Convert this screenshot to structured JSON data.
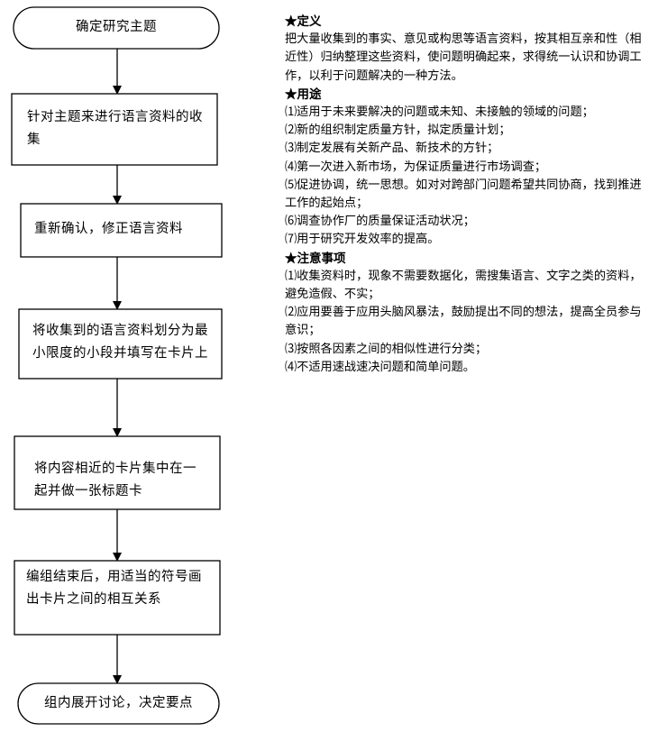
{
  "flowchart": {
    "nodes": [
      {
        "id": "start",
        "shape": "terminal",
        "text": "确定研究主题"
      },
      {
        "id": "collect",
        "shape": "process",
        "text": "针对主题来进行语言资料的收集"
      },
      {
        "id": "confirm",
        "shape": "process",
        "text": "重新确认，修正语言资料"
      },
      {
        "id": "divide",
        "shape": "process",
        "text": "将收集到的语言资料划分为最小限度的小段并填写在卡片上"
      },
      {
        "id": "group",
        "shape": "process",
        "text": "将内容相近的卡片集中在一起并做一张标题卡"
      },
      {
        "id": "relate",
        "shape": "process",
        "text": "编组结束后，用适当的符号画出卡片之间的相互关系"
      },
      {
        "id": "end",
        "shape": "terminal",
        "text": "组内展开讨论，决定要点"
      }
    ],
    "edges": [
      {
        "from": "start",
        "to": "collect"
      },
      {
        "from": "collect",
        "to": "confirm"
      },
      {
        "from": "confirm",
        "to": "divide"
      },
      {
        "from": "divide",
        "to": "group"
      },
      {
        "from": "group",
        "to": "relate"
      },
      {
        "from": "relate",
        "to": "end"
      }
    ]
  },
  "notes": {
    "definition": {
      "heading": "★定义",
      "body": "把大量收集到的事实、意见或构思等语言资料，按其相互亲和性（相近性）归纳整理这些资料，使问题明确起来，求得统一认识和协调工作，以利于问题解决的一种方法。"
    },
    "usage": {
      "heading": "★用途",
      "items": [
        "⑴适用于未来要解决的问题或未知、未接触的领域的问题；",
        "⑵新的组织制定质量方针，拟定质量计划；",
        "⑶制定发展有关新产品、新技术的方针；",
        "⑷第一次进入新市场，为保证质量进行市场调查；",
        "⑸促进协调，统一思想。如对对跨部门问题希望共同协商，找到推进工作的起始点；",
        "⑹调查协作厂的质量保证活动状况；",
        "⑺用于研究开发效率的提高。"
      ]
    },
    "cautions": {
      "heading": "★注意事项",
      "items": [
        "⑴收集资料时，现象不需要数据化，需搜集语言、文字之类的资料，避免造假、不实；",
        "⑵应用要善于应用头脑风暴法，鼓励提出不同的想法，提高全员参与意识；",
        "⑶按照各因素之间的相似性进行分类；",
        "⑷不适用速战速决问题和简单问题。"
      ]
    }
  }
}
